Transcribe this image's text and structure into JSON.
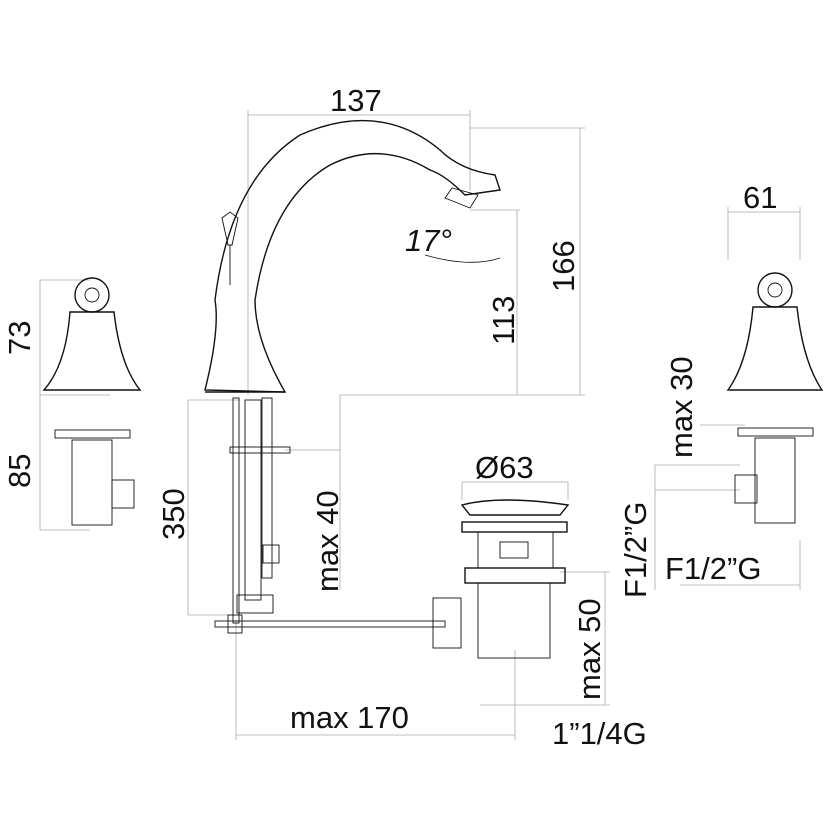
{
  "title": "Three-hole basin mixer technical drawing",
  "dimensions": {
    "spout_reach": "137",
    "spout_angle": "17°",
    "overall_height": "166",
    "spout_height": "113",
    "handle_width": "61",
    "handle_height": "73",
    "max_deck": "max 30",
    "handle_body": "85",
    "hose_length": "350",
    "max_40": "max 40",
    "waste_diameter": "Ø63",
    "inlet_vertical": "F1/2”G",
    "inlet_horizontal": "F1/2”G",
    "max_50": "max 50",
    "max_170": "max 170",
    "waste_thread": "1”1/4G"
  }
}
